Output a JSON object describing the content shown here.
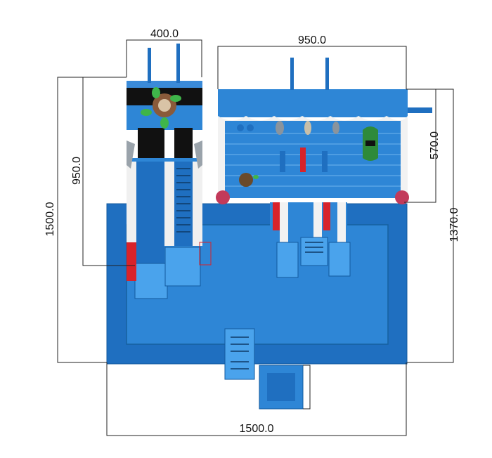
{
  "dimensions": {
    "top_left_width": "400.0",
    "top_right_width": "950.0",
    "left_outer_height": "1500.0",
    "left_inner_height": "950.0",
    "right_upper_height": "570.0",
    "right_outer_height": "1370.0",
    "bottom_width": "1500.0"
  },
  "colors": {
    "inflatable_blue": "#2e86d6",
    "dark_blue": "#1f6fc0",
    "red_accent": "#d8232a",
    "white_canopy": "#f2f2f2",
    "green_accent": "#3fb54a"
  }
}
